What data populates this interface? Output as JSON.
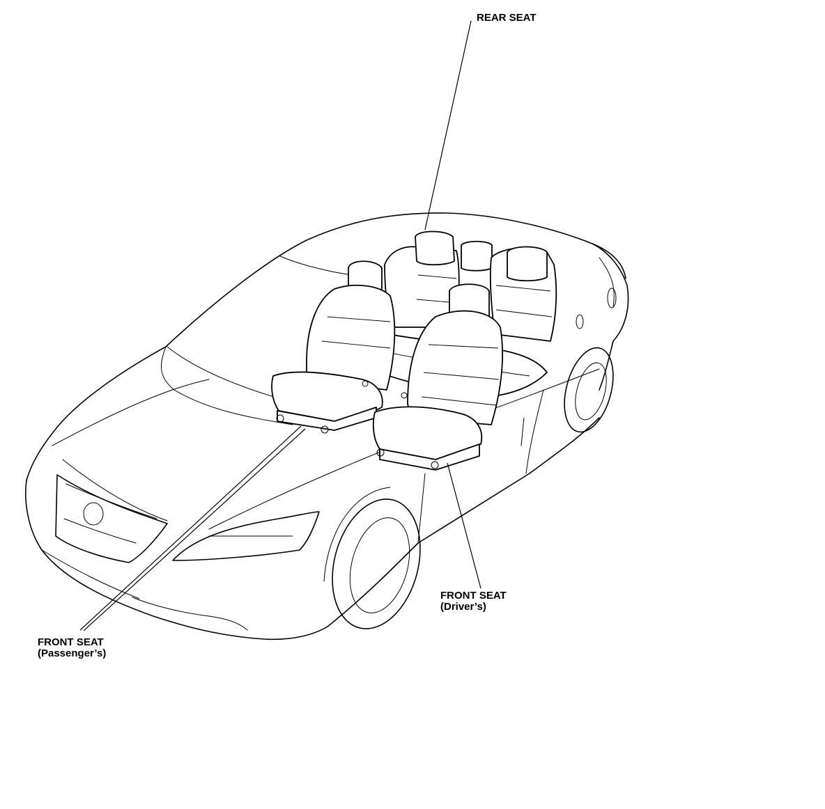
{
  "labels": {
    "rear_seat": "REAR SEAT",
    "front_seat_driver": {
      "line1": "FRONT SEAT",
      "line2": "(Driver’s)"
    },
    "front_seat_passenger": {
      "line1": "FRONT SEAT",
      "line2": "(Passenger’s)"
    }
  },
  "colors": {
    "line": "#000000",
    "background": "#ffffff"
  }
}
